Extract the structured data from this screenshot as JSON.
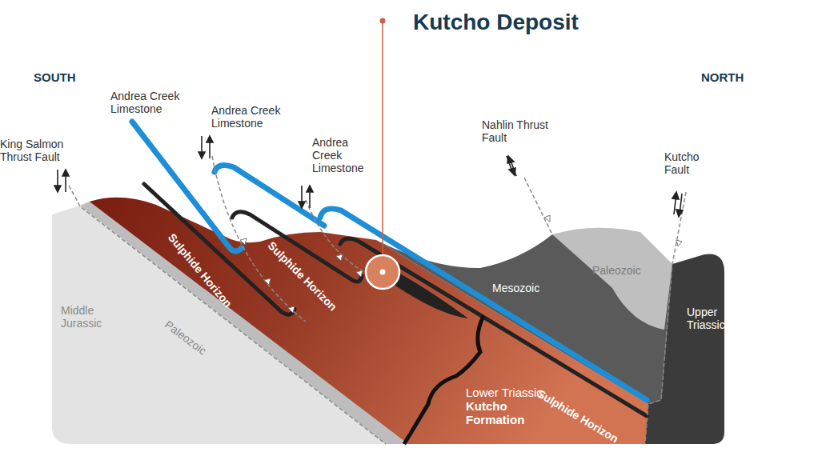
{
  "diagram": {
    "title": "Kutcho Deposit",
    "labels": [
      "SOUTH",
      "NORTH",
      "King Salmon Thrust Fault",
      "Andrea Creek Limestone",
      "Andrea Creek Limestone",
      "Andrea Creek Limestone",
      "Nahlin Thrust Fault",
      "Kutcho Fault",
      "Middle Jurassic",
      "Paleozoic",
      "Sulphide Horizon",
      "Sulphide Horizon",
      "Mesozoic",
      "Paleozoic",
      "Upper Triassic",
      "Lower Triassic",
      "Kutcho Formation",
      "Sulphide Horizon"
    ]
  }
}
